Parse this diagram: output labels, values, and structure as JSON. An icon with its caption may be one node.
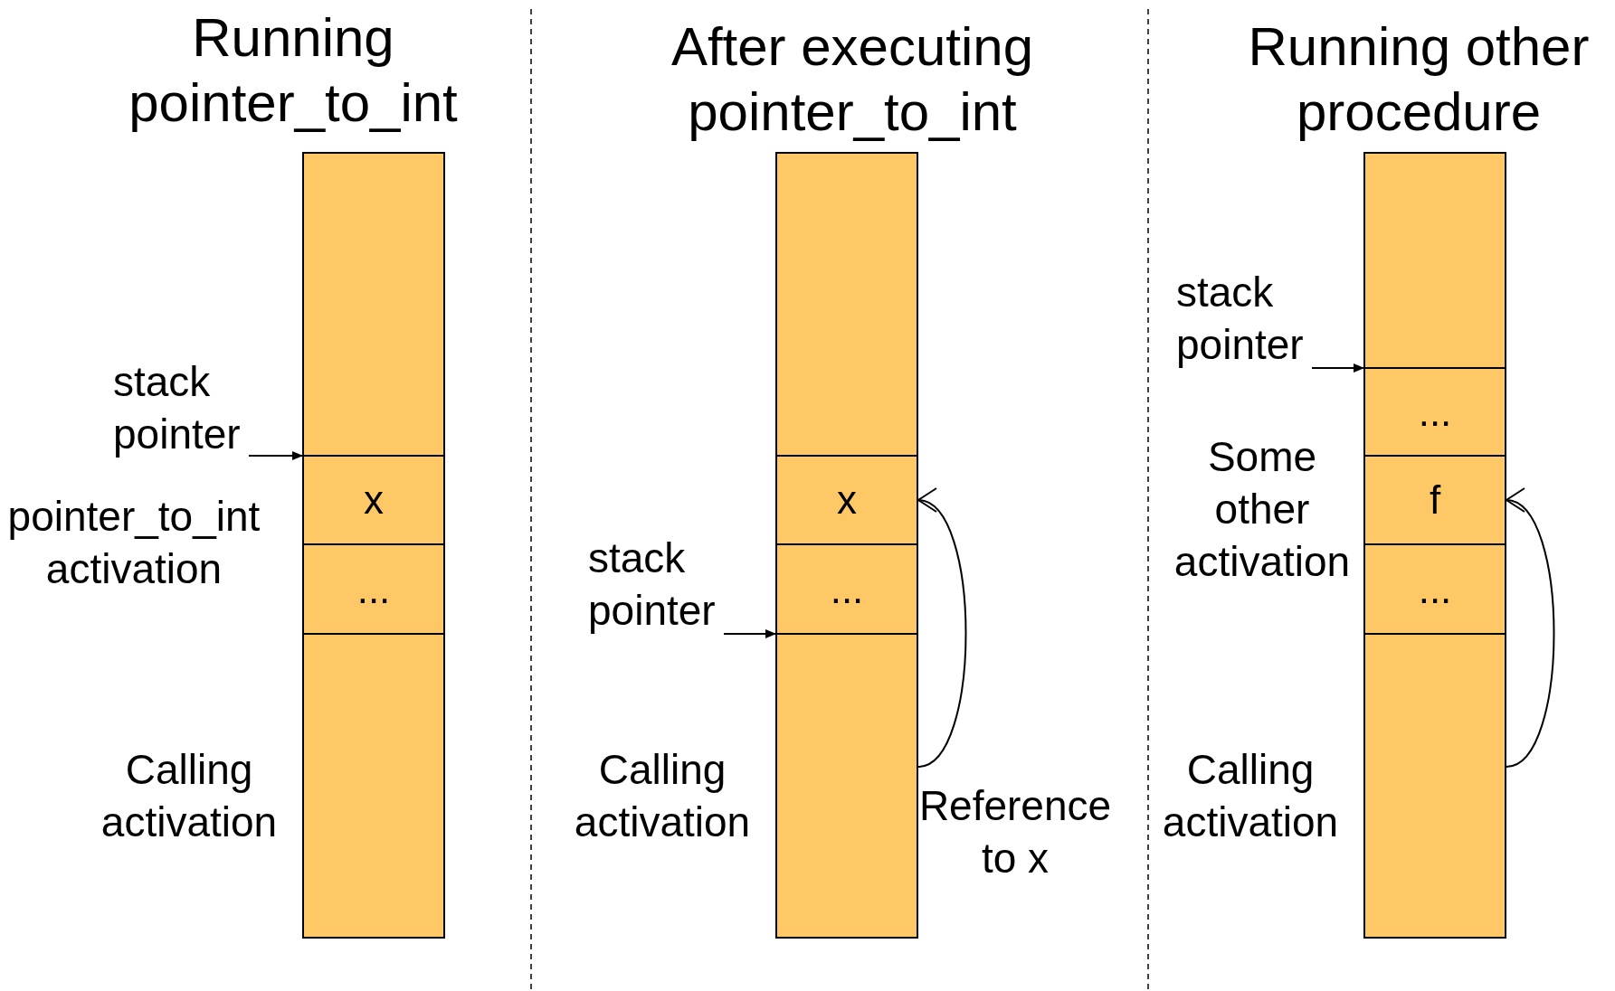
{
  "diagram": {
    "nodes": [
      {
        "text": [
          "stack pointer"
        ]
      },
      {
        "text": [],
        "shape": "box"
      },
      {
        "text": [
          "x"
        ]
      },
      {
        "text": [
          "..."
        ]
      },
      {
        "text": [],
        "shape": "box"
      },
      {
        "text": [
          "stack pointer"
        ]
      },
      {
        "text": [],
        "shape": "box"
      },
      {
        "text": [
          "x"
        ]
      },
      {
        "text": [
          "..."
        ]
      },
      {
        "text": [],
        "shape": "box"
      },
      {
        "text": [
          "stack pointer"
        ]
      },
      {
        "text": [],
        "shape": "box"
      },
      {
        "text": [
          "..."
        ]
      },
      {
        "text": [
          "f"
        ]
      },
      {
        "text": [
          "..."
        ]
      },
      {
        "text": [],
        "shape": "box"
      }
    ],
    "edges": [
      {
        "from": 0,
        "to": 2,
        "arrow": "to"
      },
      {
        "from": 5,
        "to": 9,
        "arrow": "to"
      },
      {
        "from": 9,
        "to": 7,
        "arrow": "to"
      },
      {
        "from": 10,
        "to": 12,
        "arrow": "to"
      },
      {
        "from": 15,
        "to": 13,
        "arrow": "to"
      }
    ],
    "labels": [
      "Running pointer_to_int",
      "After executing pointer_to_int",
      "Running other procedure",
      "pointer_to_int activation",
      "Calling activation",
      "Calling activation",
      "Reference to x",
      "Some other activation",
      "Calling activation"
    ]
  }
}
